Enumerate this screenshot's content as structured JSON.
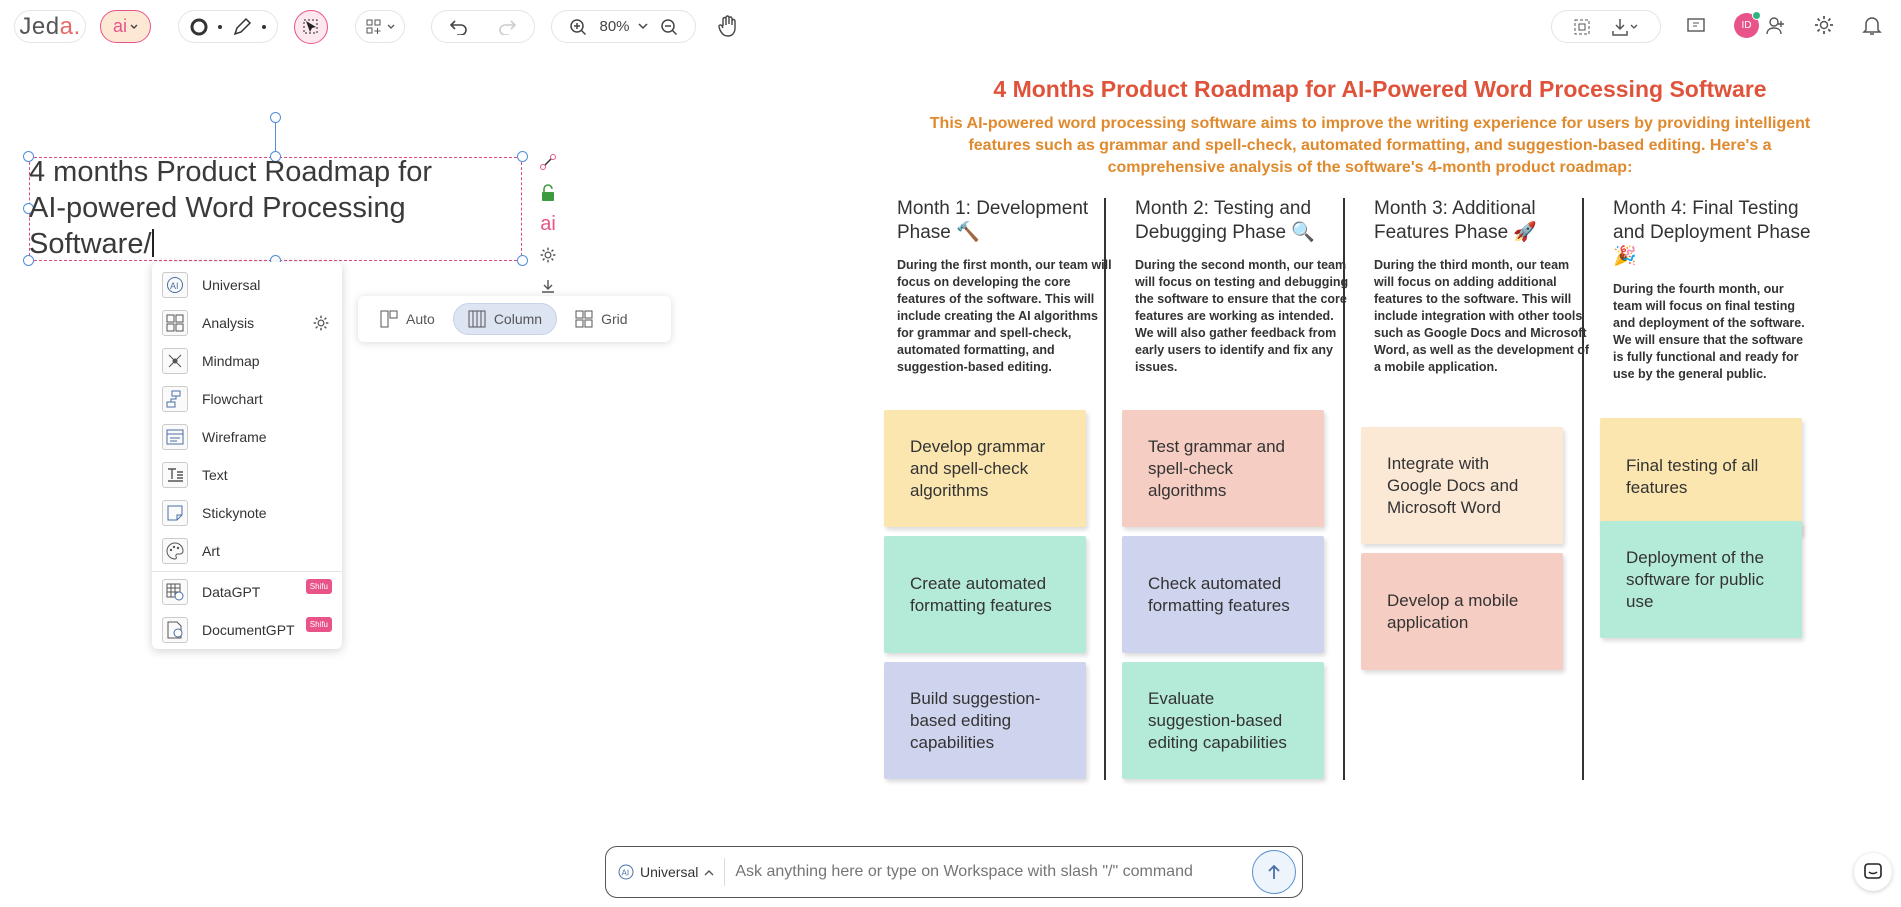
{
  "toolbar": {
    "logo_main": "Jed",
    "logo_accent": "a.",
    "ai_label": "ai",
    "zoom": "80%"
  },
  "canvas_text": {
    "line1": "4 months Product Roadmap for",
    "line2": "AI-powered Word Processing",
    "line3": "Software/"
  },
  "menu": {
    "items": [
      {
        "label": "Universal"
      },
      {
        "label": "Analysis"
      },
      {
        "label": "Mindmap"
      },
      {
        "label": "Flowchart"
      },
      {
        "label": "Wireframe"
      },
      {
        "label": "Text"
      },
      {
        "label": "Stickynote"
      },
      {
        "label": "Art"
      },
      {
        "label": "DataGPT",
        "badge": "Shifu"
      },
      {
        "label": "DocumentGPT",
        "badge": "Shifu"
      }
    ]
  },
  "layout_options": {
    "auto": "Auto",
    "column": "Column",
    "grid": "Grid"
  },
  "roadmap": {
    "title": "4 Months Product Roadmap for AI-Powered Word Processing Software",
    "subtitle": "This AI-powered word processing software aims to improve the writing experience for users by providing intelligent features such as grammar and spell-check, automated formatting, and suggestion-based editing. Here's a comprehensive analysis of the software's 4-month product roadmap:",
    "columns": [
      {
        "heading": "Month 1: Development Phase 🔨",
        "description": "During the first month, our team will focus on developing the core features of the software. This will include creating the AI algorithms for grammar and spell-check, automated formatting, and suggestion-based editing.",
        "notes": [
          "Develop grammar and spell-check algorithms",
          "Create automated formatting features",
          "Build suggestion-based editing capabilities"
        ]
      },
      {
        "heading": "Month 2: Testing and Debugging Phase 🔍",
        "description": "During the second month, our team will focus on testing and debugging the software to ensure that the core features are working as intended. We will also gather feedback from early users to identify and fix any issues.",
        "notes": [
          "Test grammar and spell-check algorithms",
          "Check automated formatting features",
          "Evaluate suggestion-based editing capabilities"
        ]
      },
      {
        "heading": "Month 3: Additional Features Phase 🚀",
        "description": "During the third month, our team will focus on adding additional features to the software. This will include integration with other tools such as Google Docs and Microsoft Word, as well as the development of a mobile application.",
        "notes": [
          "Integrate with Google Docs and Microsoft Word",
          "Develop a mobile application"
        ]
      },
      {
        "heading": "Month 4: Final Testing and Deployment Phase 🎉",
        "description": "During the fourth month, our team will focus on final testing and deployment of the software. We will ensure that the software is fully functional and ready for use by the general public.",
        "notes": [
          "Final testing of all features",
          "Deployment of the software for public use"
        ]
      }
    ]
  },
  "user": {
    "initials": "ID"
  },
  "chat": {
    "mode": "Universal",
    "placeholder": "Ask anything here or type on Workspace with slash \"/\" command"
  },
  "colors": {
    "accent_pink": "#e8538a",
    "title_red": "#e0533b",
    "subtitle_orange": "#e08a2e",
    "note_yellow": "#fbe6b0",
    "note_pink": "#f6cdc2",
    "note_green": "#b4ead8",
    "note_lavender": "#cfd4ee"
  }
}
